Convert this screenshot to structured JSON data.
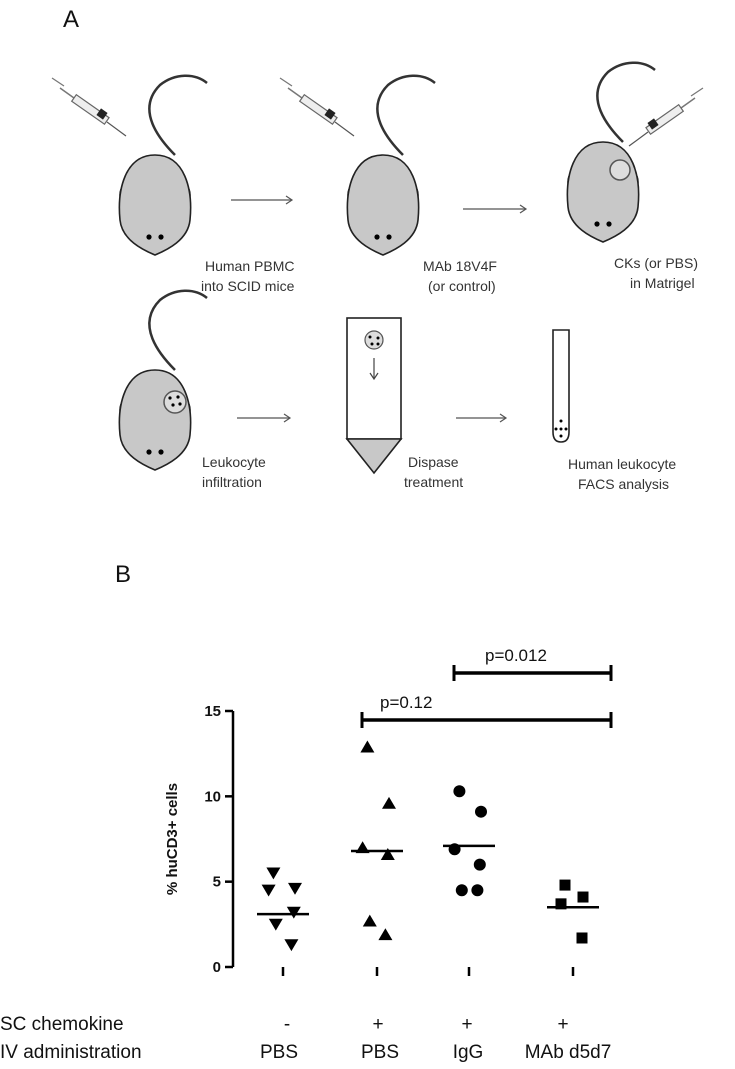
{
  "panel_a": {
    "label": "A",
    "steps": [
      {
        "line1": "Human PBMC",
        "line2": "into SCID mice"
      },
      {
        "line1": "MAb 18V4F",
        "line2": "(or control)"
      },
      {
        "line1": "CKs (or PBS)",
        "line2": "in Matrigel"
      },
      {
        "line1": "Leukocyte",
        "line2": "infiltration"
      },
      {
        "line1": "Dispase",
        "line2": "treatment"
      },
      {
        "line1": "Human leukocyte",
        "line2": "FACS analysis"
      }
    ]
  },
  "panel_b": {
    "label": "B",
    "row_labels": [
      "SC chemokine",
      "IV administration"
    ],
    "columns": [
      {
        "sc": "-",
        "iv": "PBS"
      },
      {
        "sc": "+",
        "iv": "PBS"
      },
      {
        "sc": "+",
        "iv": "IgG"
      },
      {
        "sc": "+",
        "iv": "MAb d5d7"
      }
    ],
    "comparisons": [
      {
        "label": "p=0.012",
        "from": 2,
        "to": 3
      },
      {
        "label": "p=0.12",
        "from": 1,
        "to": 3
      }
    ]
  },
  "chart_data": {
    "type": "scatter",
    "ylabel": "% huCD3+ cells",
    "ylim": [
      0,
      15
    ],
    "yticks": [
      0,
      5,
      10,
      15
    ],
    "grid": false,
    "series": [
      {
        "marker": "triangle-down",
        "values": [
          5.5,
          4.6,
          4.5,
          3.2,
          2.5,
          1.3
        ],
        "median": 3.1
      },
      {
        "marker": "triangle-up",
        "values": [
          12.9,
          9.6,
          7.0,
          6.6,
          2.7,
          1.9
        ],
        "median": 6.8
      },
      {
        "marker": "circle",
        "values": [
          10.3,
          9.1,
          6.9,
          6.0,
          4.5,
          4.5
        ],
        "median": 7.1
      },
      {
        "marker": "square",
        "values": [
          4.8,
          4.1,
          3.7,
          1.7
        ],
        "median": 3.5
      }
    ]
  }
}
